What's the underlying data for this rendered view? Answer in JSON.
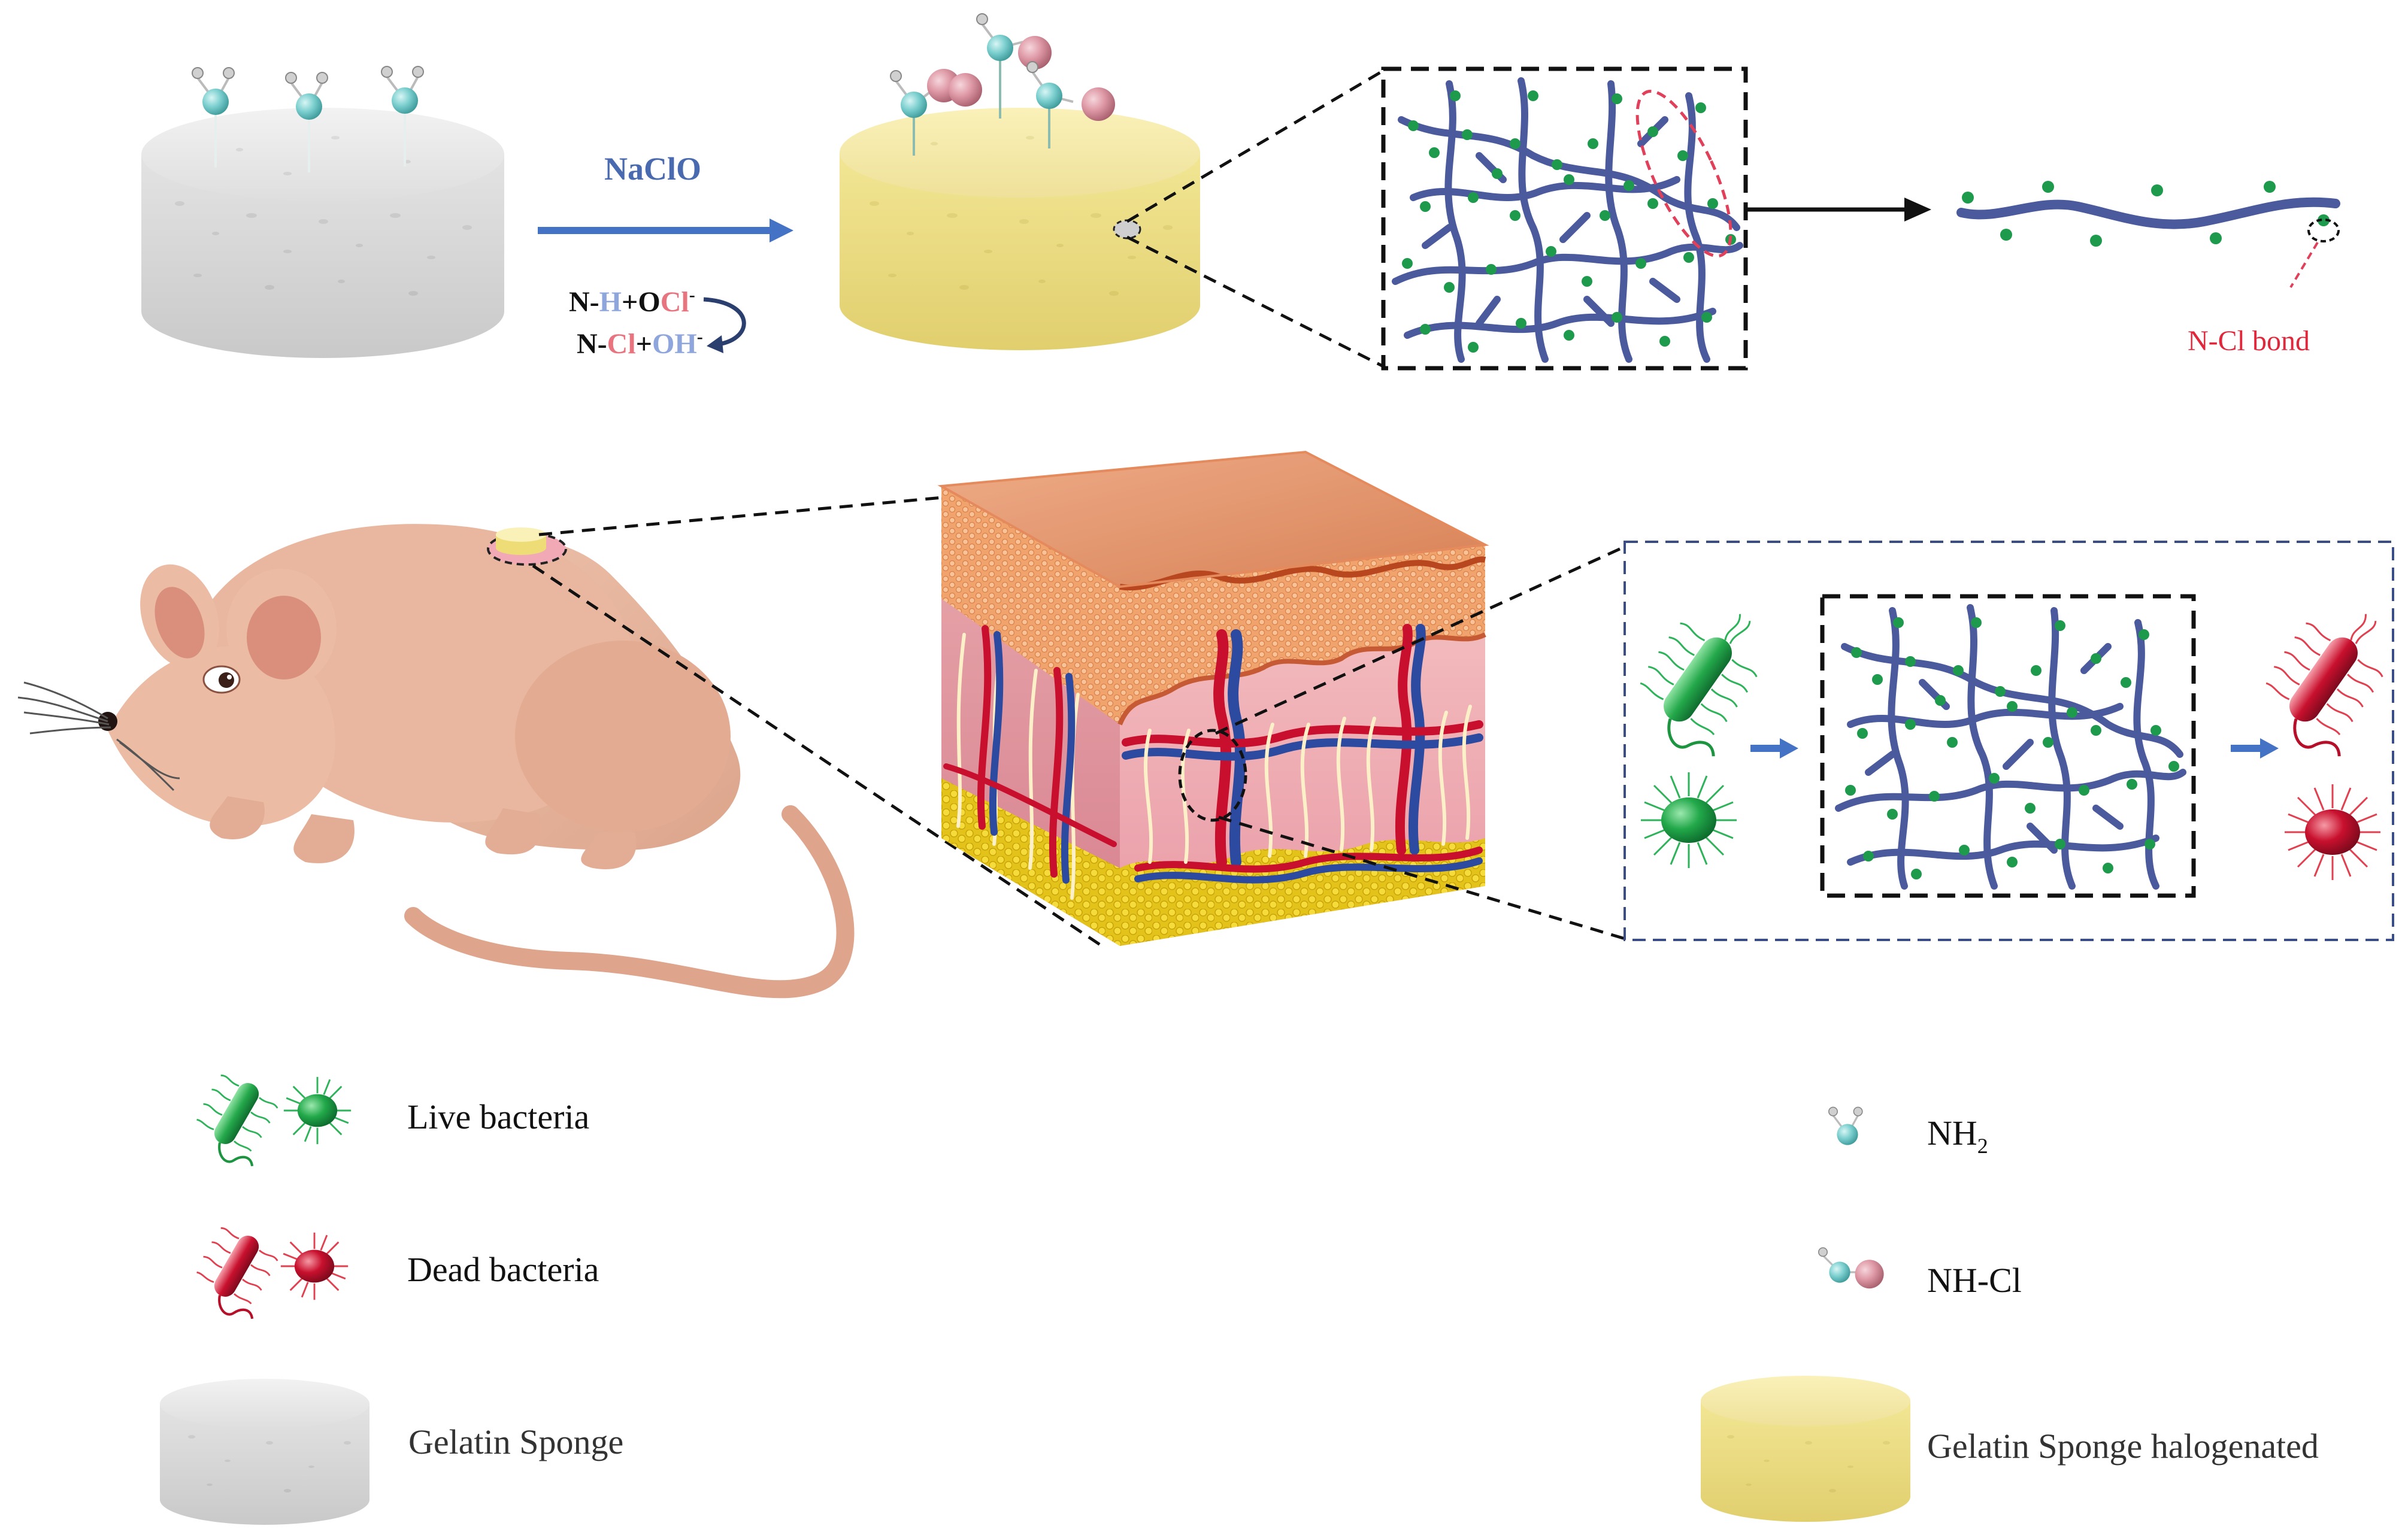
{
  "reaction": {
    "reagent": "NaClO",
    "eq1": {
      "a": "N-",
      "b": "H",
      "c": "+O",
      "d": "Cl",
      "e": "-"
    },
    "eq2": {
      "a": "N-",
      "b": "Cl",
      "c": "+",
      "d": "OH",
      "e": "-"
    }
  },
  "callout": {
    "bond_label": "N-Cl bond"
  },
  "legend": {
    "live": "Live bacteria",
    "dead": "Dead bacteria",
    "sponge": "Gelatin Sponge",
    "nh2_base": "NH",
    "nh2_sub": "2",
    "nhcl": "NH-Cl",
    "sponge_hal": "Gelatin Sponge halogenated"
  },
  "colors": {
    "reagent_text": "#4a6ab0",
    "arrow_blue": "#4472c4",
    "fiber_blue": "#4a5a9c",
    "node_green": "#1e9a4c",
    "chlorine_red": "#d21f3c",
    "live_green": "#20a848",
    "dead_red": "#c8102e",
    "sponge_gray": "#d9d9d9",
    "sponge_yellow": "#f2e38f",
    "nh2_cyan": "#6fc6c6",
    "cl_pink": "#d98a9a",
    "mouse_skin": "#e6b59f"
  }
}
